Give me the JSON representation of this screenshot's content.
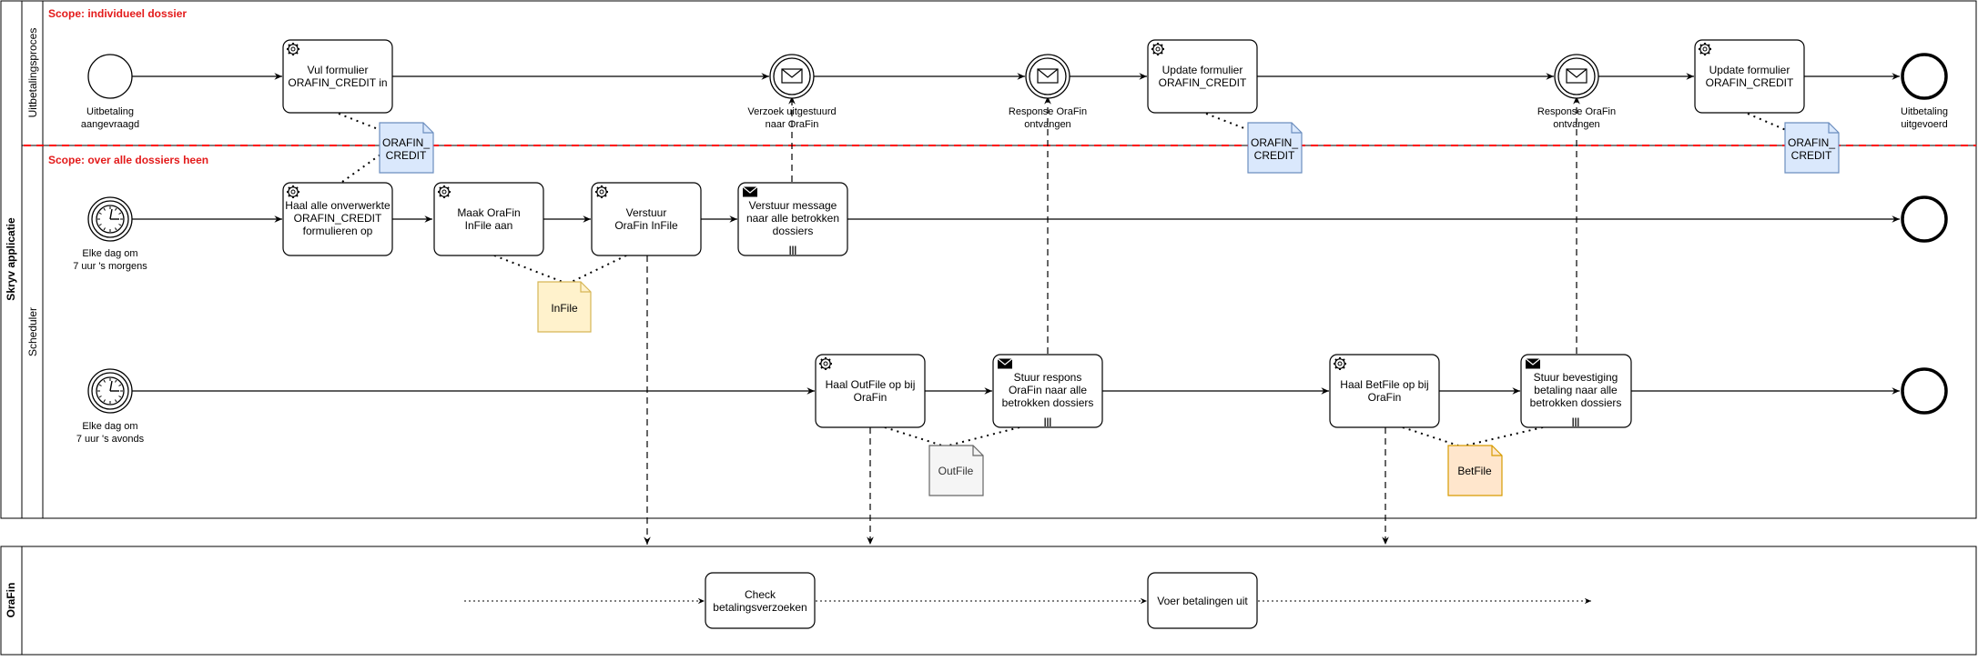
{
  "pools": {
    "skryv": "Skryv applicatie",
    "orafin": "OraFin"
  },
  "lanes": {
    "uitbetaling": "Uitbetalingsproces",
    "scheduler": "Scheduler"
  },
  "scopes": {
    "individueel": "Scope: individueel dossier",
    "alle": "Scope: over alle dossiers heen"
  },
  "colors": {
    "scope_text": "#e31a1a",
    "scope_line": "#ff0000",
    "doc_blue": "#dae8fc",
    "doc_blue_stroke": "#6c8ebf",
    "doc_yellow": "#fff2cc",
    "doc_yellow_stroke": "#d6b656",
    "doc_grey": "#f5f5f5",
    "doc_grey_stroke": "#666666",
    "doc_orange": "#ffe6cc",
    "doc_orange_stroke": "#d79b00"
  },
  "events": {
    "start_uitbetaling": [
      "Uitbetaling",
      "aangevraagd"
    ],
    "msg_verzoek": [
      "Verzoek uitgestuurd",
      "naar OraFin"
    ],
    "msg_response1": [
      "Response OraFin",
      "ontvangen"
    ],
    "msg_response2": [
      "Response OraFin",
      "ontvangen"
    ],
    "end_uitbetaling": [
      "Uitbetaling",
      "uitgevoerd"
    ],
    "timer_morning": [
      "Elke dag om",
      "7 uur 's morgens"
    ],
    "timer_evening": [
      "Elke dag om",
      "7 uur 's avonds"
    ]
  },
  "tasks": {
    "vul_formulier": [
      "Vul formulier",
      "ORAFIN_CREDIT in"
    ],
    "update1": [
      "Update formulier",
      "ORAFIN_CREDIT"
    ],
    "update2": [
      "Update formulier",
      "ORAFIN_CREDIT"
    ],
    "haal_alle": [
      "Haal alle onverwerkte",
      "ORAFIN_CREDIT",
      "formulieren op"
    ],
    "maak_infile": [
      "Maak OraFin",
      "InFile aan"
    ],
    "verstuur_infile": [
      "Verstuur",
      "OraFin InFile"
    ],
    "verstuur_message": [
      "Verstuur message",
      "naar alle betrokken",
      "dossiers"
    ],
    "haal_outfile": [
      "Haal OutFile op bij",
      "OraFin"
    ],
    "stuur_respons": [
      "Stuur respons",
      "OraFin naar alle",
      "betrokken dossiers"
    ],
    "haal_betfile": [
      "Haal BetFile op bij",
      "OraFin"
    ],
    "stuur_bevestiging": [
      "Stuur bevestiging",
      "betaling naar alle",
      "betrokken dossiers"
    ],
    "check": [
      "Check",
      "betalingsverzoeken"
    ],
    "voer_uit": [
      "Voer betalingen uit"
    ]
  },
  "documents": {
    "credit1": [
      "ORAFIN_",
      "CREDIT"
    ],
    "credit2": [
      "ORAFIN_",
      "CREDIT"
    ],
    "credit3": [
      "ORAFIN_",
      "CREDIT"
    ],
    "infile": [
      "InFile"
    ],
    "outfile": [
      "OutFile"
    ],
    "betfile": [
      "BetFile"
    ]
  },
  "marker_mi": "|||"
}
